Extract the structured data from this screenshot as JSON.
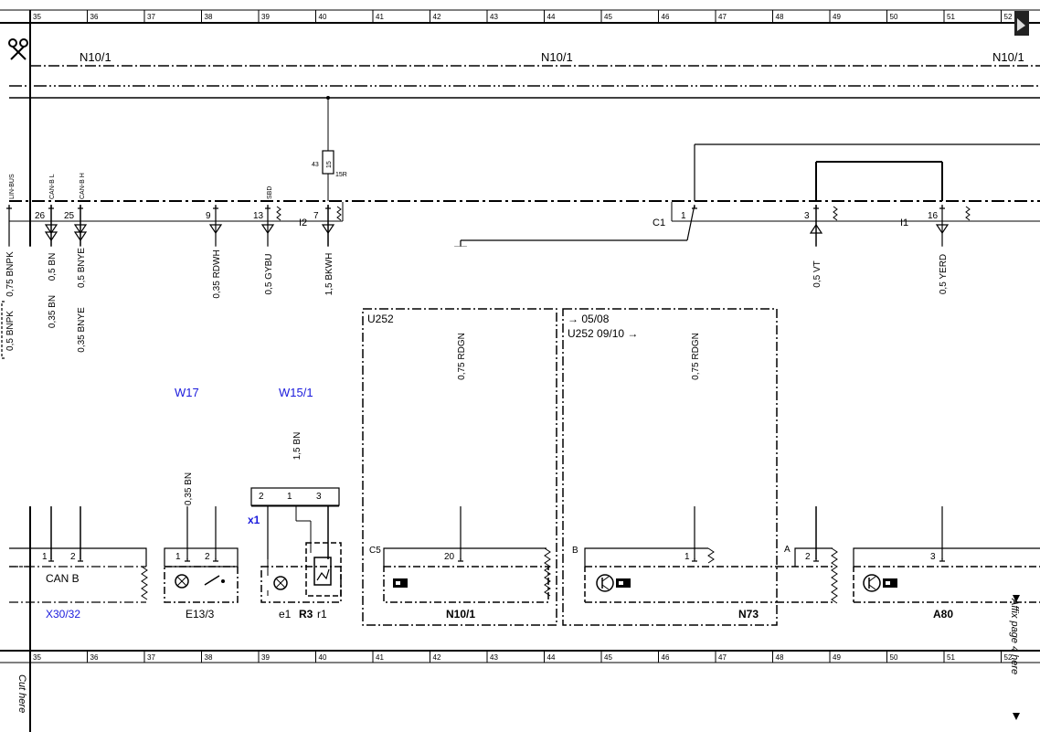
{
  "grid_columns": [
    "35",
    "36",
    "37",
    "38",
    "39",
    "40",
    "41",
    "42",
    "43",
    "44",
    "45",
    "46",
    "47",
    "48",
    "49",
    "50",
    "51",
    "52"
  ],
  "top_labels": {
    "left": "N10/1",
    "center": "N10/1",
    "right": "N10/1"
  },
  "fuse": {
    "pin_in": "43",
    "id": "15",
    "rating": "15R"
  },
  "left_pins": {
    "lin": "LIN-BUS",
    "canl": "CAN-B L",
    "canh": "CAN-B H",
    "sbd": "SBD"
  },
  "connector_numbers": {
    "p26": "26",
    "p25": "25",
    "p9": "9",
    "p13": "13",
    "p7": "7",
    "p1": "1",
    "p3": "3",
    "p16": "16"
  },
  "connector_groups": {
    "i2": "I2",
    "c1": "C1",
    "i1": "I1"
  },
  "wires": {
    "w_left": "0,75 BNPK",
    "w_left2": "0,5 BNPK",
    "w26": "0,5 BN",
    "w25": "0,5 BNYE",
    "w26b": "0,35 BN",
    "w25b": "0,35 BNYE",
    "w9": "0,35 RDWH",
    "w13": "0,5 GYBU",
    "w7": "1,5 BKWH",
    "w_u252": "0,75 RDGN",
    "w_n73": "0,75 RDGN",
    "w3": "0,5 VT",
    "w16": "0,5 YERD",
    "w17": "0,35 BN",
    "w151": "1,5 BN"
  },
  "wire_refs": {
    "w17": "W17",
    "w151": "W15/1"
  },
  "x1": {
    "label": "x1",
    "pins": [
      "2",
      "1",
      "3"
    ]
  },
  "modules": {
    "u252_a": "U252",
    "u252_b_from": "05/08",
    "u252_b": "U252",
    "u252_b_to": "09/10"
  },
  "components": {
    "x3032": {
      "name": "X30/32",
      "text": "CAN B",
      "pins": [
        "1",
        "2"
      ]
    },
    "e133": {
      "name": "E13/3",
      "pins": [
        "1",
        "2"
      ]
    },
    "r3": {
      "name": "R3",
      "e1": "e1",
      "r1": "r1"
    },
    "n101": {
      "name": "N10/1",
      "conn": "C5",
      "pin": "20"
    },
    "n73": {
      "name": "N73",
      "conn": "B",
      "pin": "1"
    },
    "a_conn": {
      "conn": "A",
      "pin": "2"
    },
    "a80": {
      "name": "A80",
      "pin": "3"
    }
  },
  "margin_text": {
    "cut": "Cut here",
    "affix": "Affix page 4 here"
  }
}
